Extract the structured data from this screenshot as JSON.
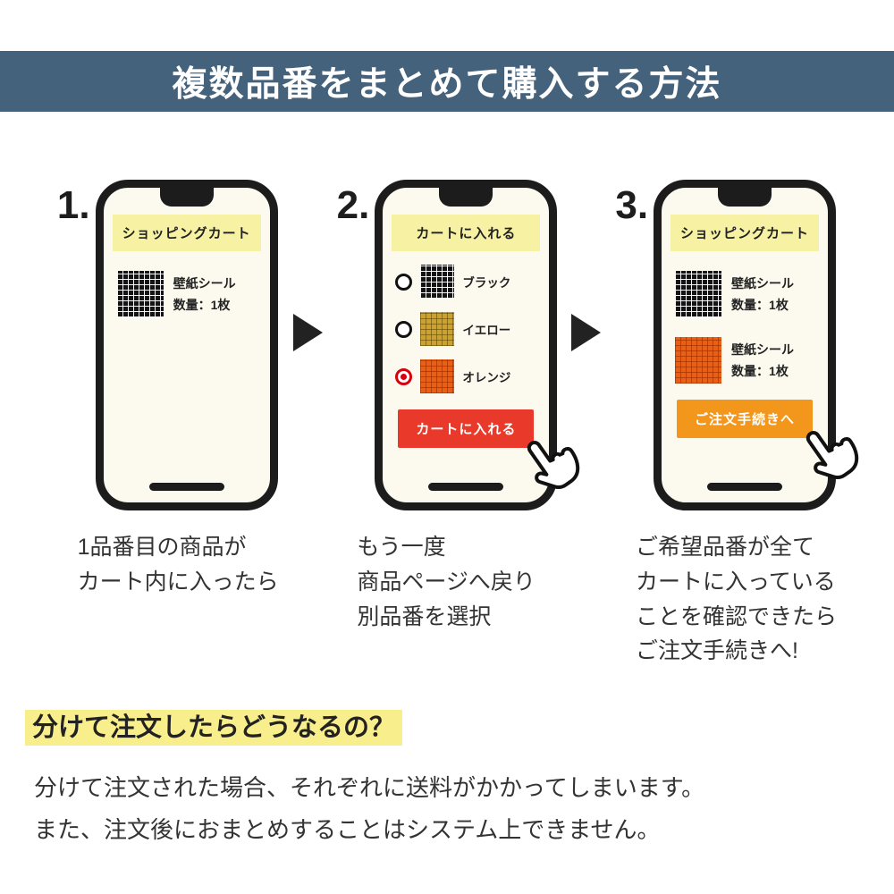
{
  "header": {
    "title": "複数品番をまとめて購入する方法",
    "bg_color": "#44627b"
  },
  "steps": [
    {
      "number": "1.",
      "phone": {
        "banner": "ショッピングカート",
        "items": [
          {
            "swatch": "black",
            "name": "壁紙シール",
            "qty": "数量：1枚"
          }
        ]
      },
      "caption": [
        "1品番目の商品が",
        "カート内に入ったら"
      ]
    },
    {
      "number": "2.",
      "phone": {
        "banner": "カートに入れる",
        "options": [
          {
            "swatch": "black",
            "label": "ブラック",
            "selected": false
          },
          {
            "swatch": "yellow",
            "label": "イエロー",
            "selected": false
          },
          {
            "swatch": "orange",
            "label": "オレンジ",
            "selected": true
          }
        ],
        "button": {
          "label": "カートに入れる",
          "color": "#e8392a"
        }
      },
      "caption": [
        "もう一度",
        "商品ページへ戻り",
        "別品番を選択"
      ]
    },
    {
      "number": "3.",
      "phone": {
        "banner": "ショッピングカート",
        "items": [
          {
            "swatch": "black",
            "name": "壁紙シール",
            "qty": "数量：1枚"
          },
          {
            "swatch": "orange",
            "name": "壁紙シール",
            "qty": "数量：1枚"
          }
        ],
        "button": {
          "label": "ご注文手続きへ",
          "color": "#f3961c"
        }
      },
      "caption": [
        "ご希望品番が全て",
        "カートに入っている",
        "ことを確認できたら",
        "ご注文手続きへ!"
      ]
    }
  ],
  "note": {
    "heading": "分けて注文したらどうなるの？",
    "highlight_color": "#f8ee8c",
    "body": [
      "分けて注文された場合、それぞれに送料がかかってしまいます。",
      "また、注文後におまとめすることはシステム上できません。"
    ]
  },
  "colors": {
    "banner_yellow": "#f7f2a3",
    "swatch_black": "#141414",
    "swatch_yellow": "#cda12d",
    "swatch_orange": "#e85f15",
    "radio_selected": "#d7000f"
  }
}
